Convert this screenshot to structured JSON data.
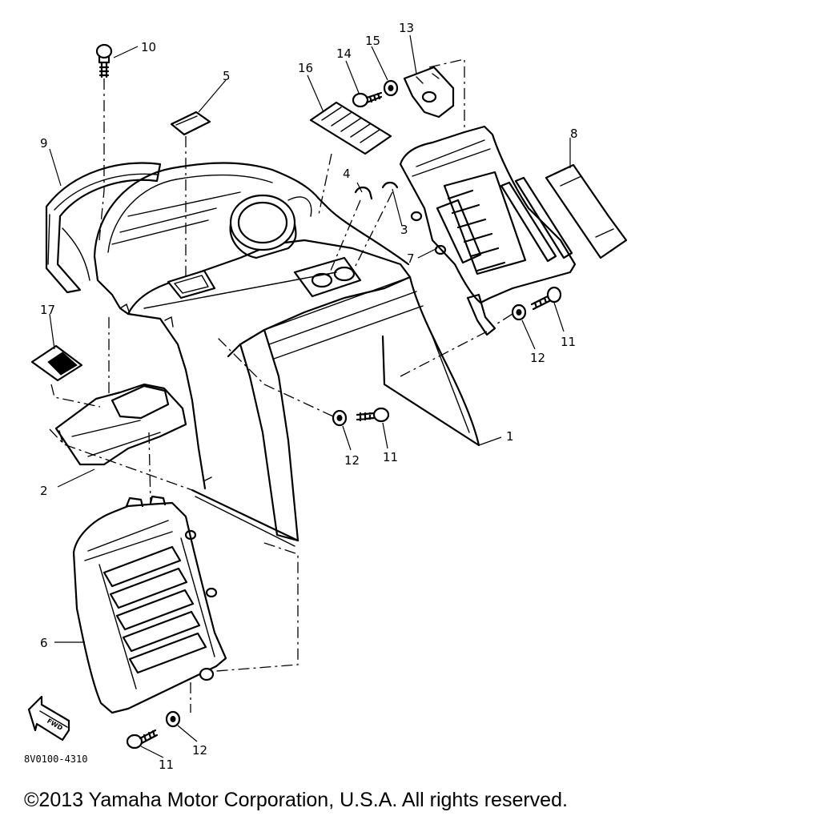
{
  "diagram": {
    "callouts": [
      "1",
      "2",
      "3",
      "4",
      "5",
      "6",
      "7",
      "8",
      "9",
      "10",
      "11",
      "12",
      "13",
      "14",
      "15",
      "16",
      "17"
    ],
    "code": "8V0100-4310",
    "fwd_label": "FWD"
  },
  "copyright": "©2013 Yamaha Motor Corporation, U.S.A. All rights reserved."
}
